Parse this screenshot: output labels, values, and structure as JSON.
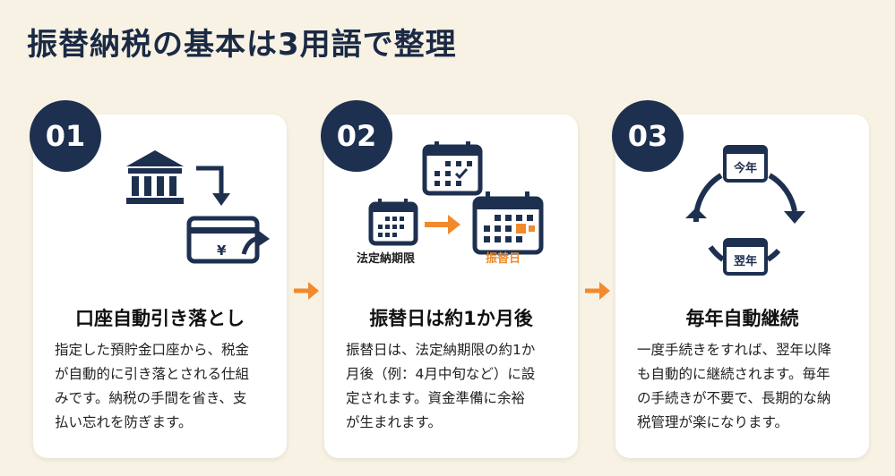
{
  "title": "振替納税の基本は3用語で整理",
  "colors": {
    "navy": "#1e3050",
    "orange": "#f08a2c",
    "background": "#f8f2e4"
  },
  "cards": [
    {
      "number": "01",
      "heading": "口座自動引き落とし",
      "body": [
        "指定した預貯金口座から、税金",
        "が自動的に引き落とされる仕組",
        "みです。納税の手間を省き、支",
        "払い忘れを防ぎます。"
      ],
      "icons": [
        "bank-icon",
        "arrow-down-icon",
        "card-yen-icon"
      ],
      "currency": "¥"
    },
    {
      "number": "02",
      "heading": "振替日は約1か月後",
      "body": [
        "振替日は、法定納期限の約1か",
        "月後（例：4月中旬など）に設",
        "定されます。資金準備に余裕",
        "が生まれます。"
      ],
      "label_from": "法定納期限",
      "label_to": "振替日"
    },
    {
      "number": "03",
      "heading": "毎年自動継続",
      "body": [
        "一度手続きをすれば、翌年以降",
        "も自動的に継続されます。毎年",
        "の手続きが不要で、長期的な納",
        "税管理が楽になります。"
      ],
      "label_this_year": "今年",
      "label_next_year": "翌年"
    }
  ]
}
